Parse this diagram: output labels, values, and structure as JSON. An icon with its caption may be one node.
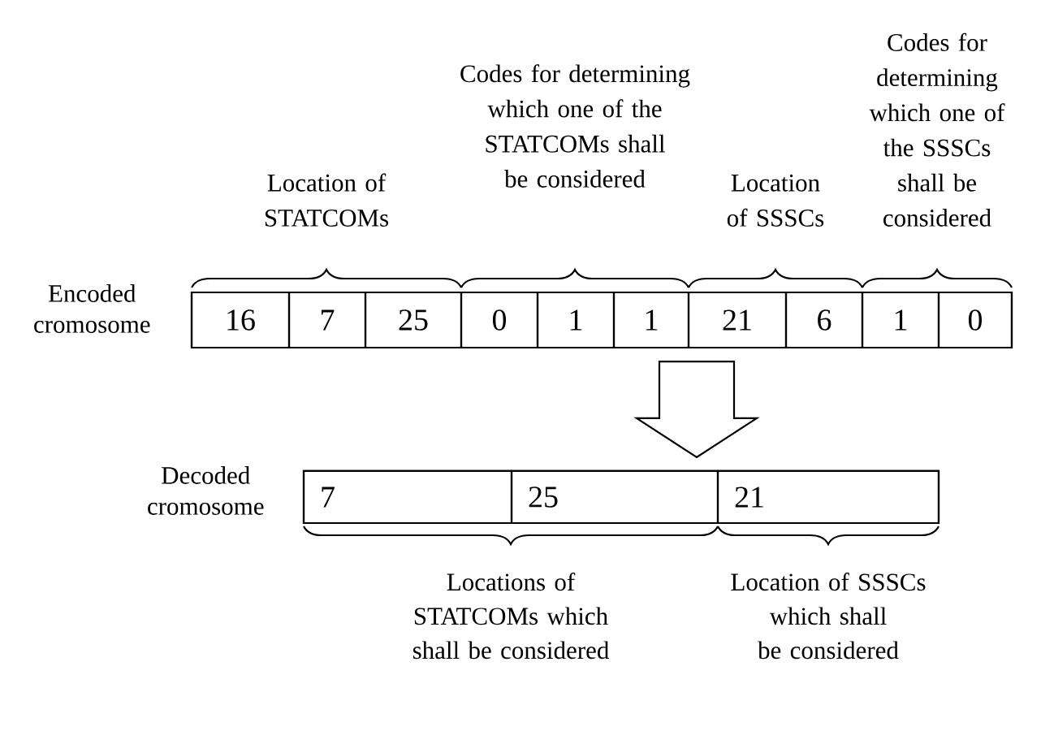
{
  "diagram": {
    "nodes": [
      {
        "text": [
          "Encoded cromosome"
        ]
      },
      {
        "text": [
          "16"
        ],
        "in": 0
      },
      {
        "text": [
          "7"
        ],
        "in": 0
      },
      {
        "text": [
          "25"
        ],
        "in": 0
      },
      {
        "text": [
          "0"
        ],
        "in": 0
      },
      {
        "text": [
          "1"
        ],
        "in": 0
      },
      {
        "text": [
          "1"
        ],
        "in": 0
      },
      {
        "text": [
          "21"
        ],
        "in": 0
      },
      {
        "text": [
          "6"
        ],
        "in": 0
      },
      {
        "text": [
          "1"
        ],
        "in": 0
      },
      {
        "text": [
          "0"
        ],
        "in": 0
      },
      {
        "text": [
          "Decoded cromosome"
        ]
      },
      {
        "text": [
          "7"
        ],
        "in": 11
      },
      {
        "text": [
          "25"
        ],
        "in": 11
      },
      {
        "text": [
          "21"
        ],
        "in": 11
      }
    ],
    "edges": [
      {
        "from": 0,
        "to": 11,
        "arrow": "to"
      }
    ],
    "labels": [
      "Location of STATCOMs",
      "Codes for determining which one of the STATCOMs shall be considered",
      "Location of SSSCs",
      "Codes for determining which one of the SSSCs shall be considered",
      "Locations of STATCOMs which shall be considered",
      "Location of SSSCs which shall be considered"
    ]
  }
}
